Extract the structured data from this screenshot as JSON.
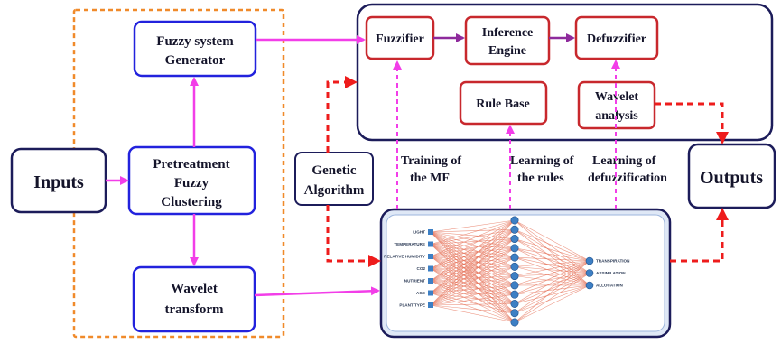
{
  "colors": {
    "blue_box": "#2222dd",
    "red_box": "#c8282d",
    "navy_box": "#1c1c5a",
    "orange_dash": "#f08a2a",
    "magenta": "#f23ee8",
    "purple_arrow": "#8e2a9c",
    "red_dash": "#ee1c1c",
    "nn_line": "#e6735a",
    "nn_node": "#3d7fc4"
  },
  "boxes": {
    "fuzzy_generator": [
      "Fuzzy system",
      "Generator"
    ],
    "pretreatment": [
      "Pretreatment",
      "Fuzzy",
      "Clustering"
    ],
    "wavelet_transform": [
      "Wavelet",
      "transform"
    ],
    "inputs": "Inputs",
    "outputs": "Outputs",
    "genetic": [
      "Genetic",
      "Algorithm"
    ],
    "fuzzifier": "Fuzzifier",
    "inference": [
      "Inference",
      "Engine"
    ],
    "defuzzifier": "Defuzzifier",
    "rule_base": "Rule Base",
    "wavelet_analysis": [
      "Wavelet",
      "analysis"
    ]
  },
  "labels": {
    "training": [
      "Training of",
      "the MF"
    ],
    "learning_rules": [
      "Learning of",
      "the rules"
    ],
    "learning_defuzz": [
      "Learning of",
      "defuzzification"
    ]
  },
  "network": {
    "inputs": [
      "LIGHT",
      "TEMPERATURE",
      "RELATIVE HUMIDITY",
      "CO2",
      "NUTRIENT",
      "AGE",
      "PLANT TYPE"
    ],
    "hidden_count": 12,
    "outputs": [
      "TRANSPIRATION",
      "ASSIMILATION",
      "ALLOCATION"
    ]
  }
}
